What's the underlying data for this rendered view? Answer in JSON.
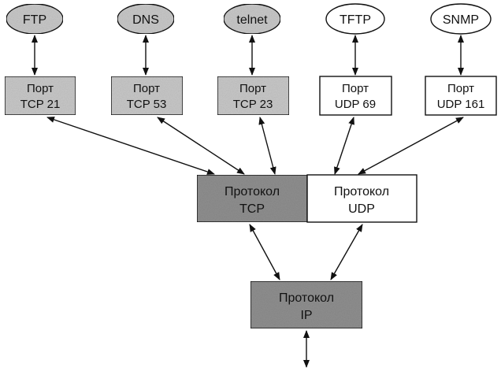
{
  "colors": {
    "light_fill": "#c8c8c8",
    "medium_fill": "#b4b4b4",
    "dark_fill": "#8f8f8f",
    "white_fill": "#ffffff",
    "stroke": "#111111"
  },
  "applications": [
    {
      "label": "FTP",
      "style": "light"
    },
    {
      "label": "DNS",
      "style": "light"
    },
    {
      "label": "telnet",
      "style": "light"
    },
    {
      "label": "TFTP",
      "style": "white"
    },
    {
      "label": "SNMP",
      "style": "white"
    }
  ],
  "ports": [
    {
      "line1": "Порт",
      "line2": "TCP 21",
      "style": "light"
    },
    {
      "line1": "Порт",
      "line2": "TCP 53",
      "style": "light"
    },
    {
      "line1": "Порт",
      "line2": "TCP 23",
      "style": "light"
    },
    {
      "line1": "Порт",
      "line2": "UDP 69",
      "style": "white"
    },
    {
      "line1": "Порт",
      "line2": "UDP 161",
      "style": "white"
    }
  ],
  "transport": {
    "tcp": {
      "line1": "Протокол",
      "line2": "TCP"
    },
    "udp": {
      "line1": "Протокол",
      "line2": "UDP"
    }
  },
  "network": {
    "ip": {
      "line1": "Протокол",
      "line2": "IP"
    }
  }
}
